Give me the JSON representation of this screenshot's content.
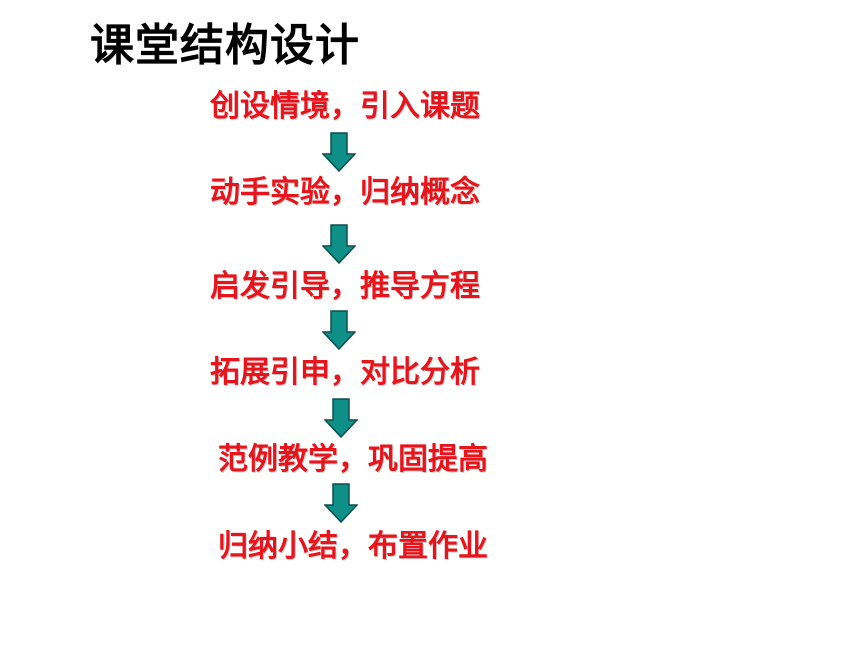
{
  "title": "课堂结构设计",
  "steps": [
    {
      "label": "创设情境，引入课题"
    },
    {
      "label": "动手实验，归纳概念"
    },
    {
      "label": "启发引导，推导方程"
    },
    {
      "label": "拓展引申，对比分析"
    },
    {
      "label": "范例教学，巩固提高"
    },
    {
      "label": "归纳小结，布置作业"
    }
  ],
  "colors": {
    "title": "#000000",
    "step_text": "#e8141b",
    "arrow_fill": "#0e8f88",
    "arrow_stroke": "#0a4f4b"
  },
  "arrow_icon": "down-arrow-icon"
}
